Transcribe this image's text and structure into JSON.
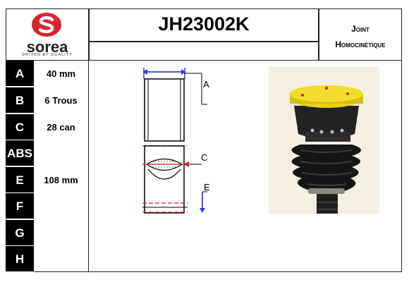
{
  "logo": {
    "brand": "sorea",
    "tagline": "DRIVEN BY QUALITY"
  },
  "header": {
    "part_number": "JH23002K",
    "product_type_line1": "Joint",
    "product_type_line2": "Homocinétique"
  },
  "specs": [
    {
      "key": "A",
      "value": "40 mm"
    },
    {
      "key": "B",
      "value": "6 Trous"
    },
    {
      "key": "C",
      "value": "28 can"
    },
    {
      "key": "ABS",
      "value": ""
    },
    {
      "key": "E",
      "value": "108 mm"
    },
    {
      "key": "F",
      "value": ""
    },
    {
      "key": "G",
      "value": ""
    },
    {
      "key": "H",
      "value": ""
    }
  ],
  "diagram": {
    "label_a": "A",
    "label_c": "C",
    "label_e": "E"
  },
  "colors": {
    "logo_red": "#d9232e",
    "arrow_blue": "#3b3bd6",
    "diagram_red": "#d02030"
  }
}
